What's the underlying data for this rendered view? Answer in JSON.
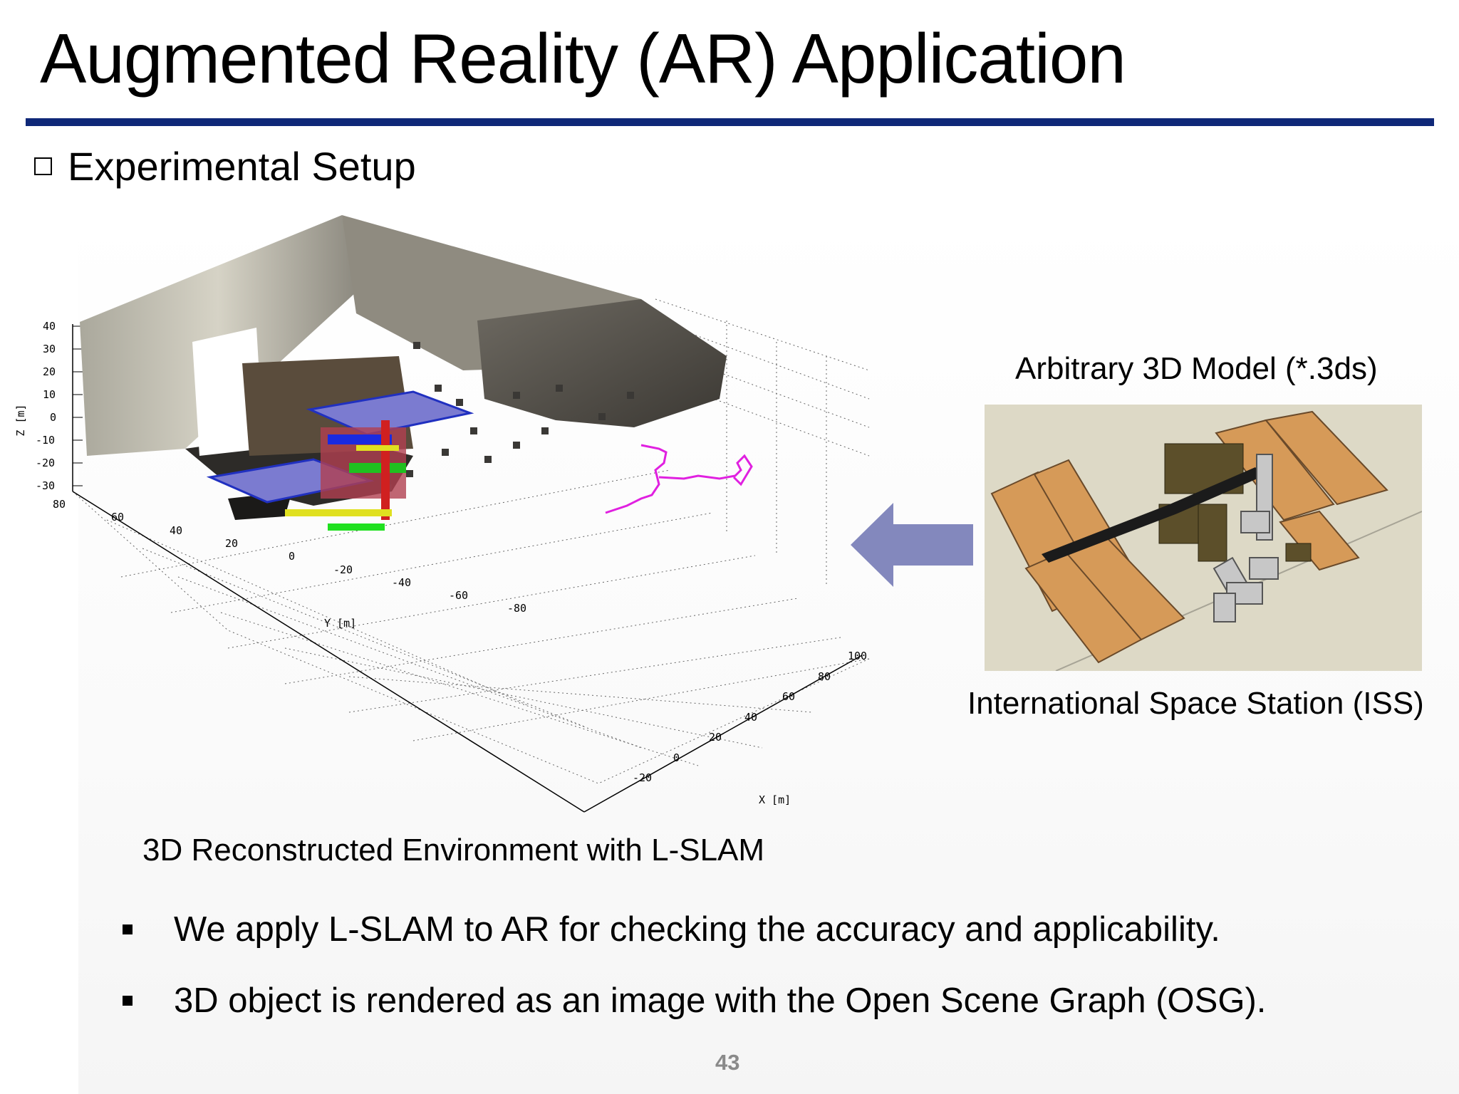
{
  "slide": {
    "title": "Augmented Reality (AR) Application",
    "section_heading": "Experimental Setup",
    "page_number": "43",
    "accent_color": "#0f2878"
  },
  "figure_left": {
    "caption": "3D Reconstructed Environment with L-SLAM",
    "z_axis_label": "Z [m]",
    "y_axis_label": "Y [m]",
    "x_axis_label": "X [m]",
    "z_ticks": [
      "40",
      "30",
      "20",
      "10",
      "0",
      "-10",
      "-20",
      "-30"
    ],
    "y_ticks": [
      "80",
      "60",
      "40",
      "20",
      "0",
      "-20",
      "-40",
      "-60",
      "-80"
    ],
    "x_ticks": [
      "-20",
      "0",
      "20",
      "40",
      "60",
      "80",
      "100"
    ],
    "trajectory_color": "#e020e0"
  },
  "figure_right": {
    "caption_top": "Arbitrary 3D Model (*.3ds)",
    "caption_bottom": "International Space Station (ISS)",
    "arrow_color": "#8388bd"
  },
  "bullets": [
    "We apply L-SLAM to AR for checking the accuracy and applicability.",
    "3D object is rendered as an image with the Open Scene Graph (OSG)."
  ]
}
